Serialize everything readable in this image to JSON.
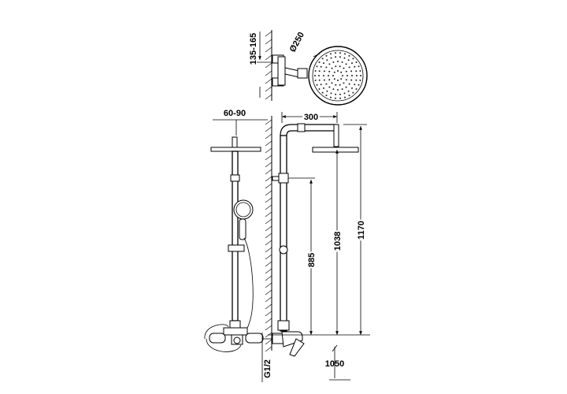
{
  "dimensions": {
    "wall_offset_top": "135-165",
    "head_diameter": "Ø250",
    "wall_offset_side": "60-90",
    "arm_reach": "300",
    "height_total": "1170",
    "height_head": "1038",
    "height_slider": "885",
    "inlet_height": "1050",
    "thread": "G1/2"
  }
}
